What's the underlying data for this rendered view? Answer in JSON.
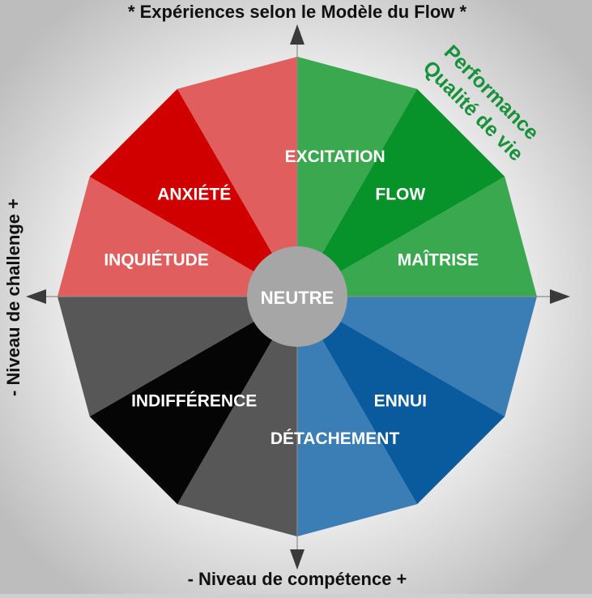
{
  "title": "* Expériences selon le Modèle du Flow *",
  "axes": {
    "x_label": "- Niveau de compétence +",
    "y_label": "- Niveau de challenge +"
  },
  "center": {
    "label": "NEUTRE",
    "color": "#a6a6a6"
  },
  "annotation": {
    "line1": "Performance",
    "line2": "Qualité de vie",
    "color": "#17913a"
  },
  "sectors": [
    {
      "id": "excitation",
      "label": "EXCITATION",
      "color": "#3aa84e"
    },
    {
      "id": "flow",
      "label": "FLOW",
      "color": "#07932a"
    },
    {
      "id": "maitrise",
      "label": "MAÎTRISE",
      "color": "#3aa84e"
    },
    {
      "id": "ennui-light-1",
      "label": "",
      "color": "#3b7db5"
    },
    {
      "id": "ennui",
      "label": "ENNUI",
      "color": "#0a5a9e"
    },
    {
      "id": "detachement",
      "label": "DÉTACHEMENT",
      "color": "#3b7db5"
    },
    {
      "id": "detachement-grey",
      "label": "",
      "color": "#575757"
    },
    {
      "id": "indifference",
      "label": "INDIFFÉRENCE",
      "color": "#050505"
    },
    {
      "id": "indifference-grey",
      "label": "",
      "color": "#575757"
    },
    {
      "id": "inquietude",
      "label": "INQUIÉTUDE",
      "color": "#e05e5e"
    },
    {
      "id": "anxiete",
      "label": "ANXIÉTÉ",
      "color": "#d10000"
    },
    {
      "id": "excitation-red",
      "label": "",
      "color": "#e05e5e"
    }
  ]
}
